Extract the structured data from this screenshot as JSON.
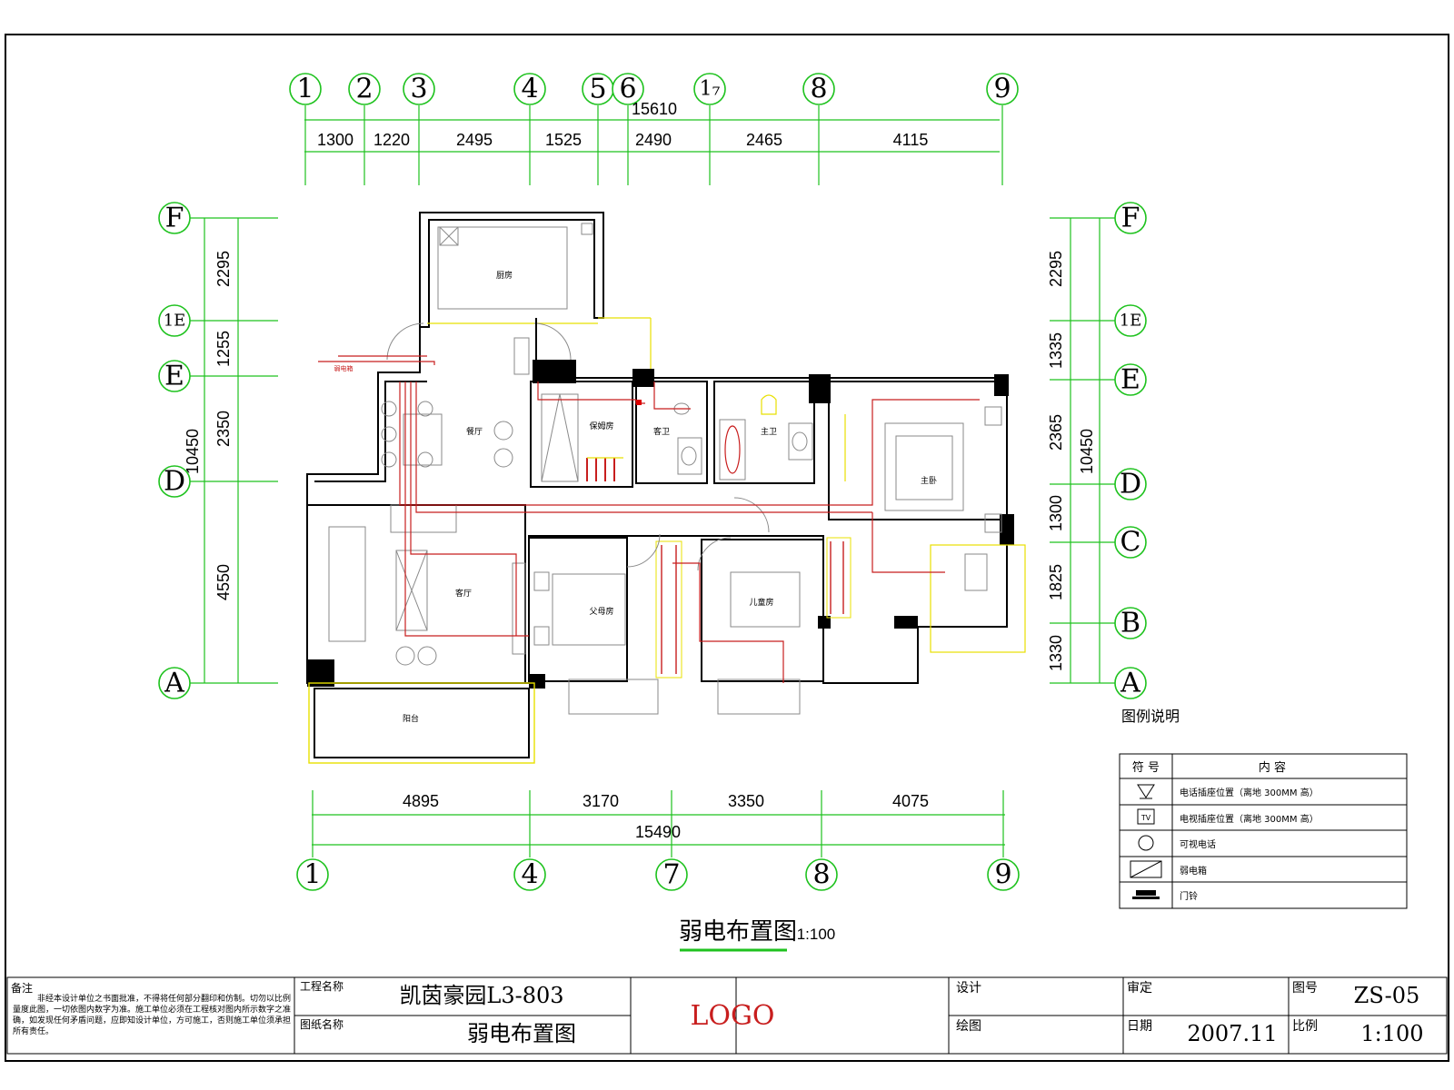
{
  "top_axes": [
    "1",
    "2",
    "3",
    "4",
    "5",
    "6",
    "1₇",
    "8",
    "9"
  ],
  "top_dims": [
    "1300",
    "1220",
    "2495",
    "1525",
    "2490",
    "2465",
    "4115"
  ],
  "top_total": "15610",
  "bottom_axes": [
    "1",
    "4",
    "7",
    "8",
    "9"
  ],
  "bottom_dims": [
    "4895",
    "3170",
    "3350",
    "4075"
  ],
  "bottom_total": "15490",
  "left_axes": [
    "F",
    "1E",
    "E",
    "D",
    "A"
  ],
  "left_dims": [
    "2295",
    "1255",
    "2350",
    "4550"
  ],
  "left_total": "10450",
  "right_axes": [
    "F",
    "1E",
    "E",
    "D",
    "C",
    "B",
    "A"
  ],
  "right_dims": [
    "2295",
    "1335",
    "2365",
    "1300",
    "1825",
    "1330"
  ],
  "right_total": "10450",
  "rooms": {
    "kitchen": "厨房",
    "dining": "餐厅",
    "storage": "保姆房",
    "guest_bath": "客卫",
    "master_bath": "主卫",
    "master_bed": "主卧",
    "living": "客厅",
    "parents_room": "父母房",
    "kids_room": "儿童房",
    "balcony": "阳台",
    "red_note": "弱电箱"
  },
  "legend": {
    "caption": "图例说明",
    "col_symbol": "符 号",
    "col_content": "内    容",
    "rows": [
      "电话插座位置（离地 300MM 高）",
      "电视插座位置（离地 300MM 高）",
      "可视电话",
      "弱电箱",
      "门铃"
    ]
  },
  "drawing_title": "弱电布置图",
  "drawing_scale": "1:100",
  "title_block": {
    "note_label": "备注",
    "note_text": "非经本设计单位之书面批准，不得将任何部分翻印和仿制。切勿以比例量度此图，一切依图内数字为准。施工单位必须在工程核对图内所示数字之准确，如发现任何矛盾问题，应即知设计单位，方可施工，否则施工单位须承担所有责任。",
    "project_label": "工程名称",
    "project_value": "凯茵豪园L3-803",
    "drawing_label": "图纸名称",
    "drawing_value": "弱电布置图",
    "logo": "LOGO",
    "design_label": "设计",
    "draw_label": "绘图",
    "review_label": "审定",
    "date_label": "日期",
    "date_value": "2007.11",
    "sheet_label": "图号",
    "sheet_value": "ZS-05",
    "scale_label": "比例",
    "scale_value": "1:100"
  }
}
